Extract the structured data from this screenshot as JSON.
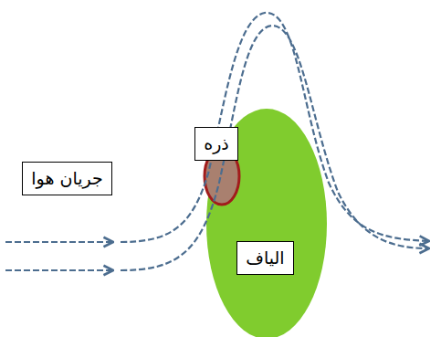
{
  "diagram": {
    "nodes": [
      {
        "text": [
          "ذره"
        ]
      },
      {
        "text": [
          "جریان هوا"
        ]
      },
      {
        "text": [
          "الیاف"
        ]
      }
    ]
  }
}
